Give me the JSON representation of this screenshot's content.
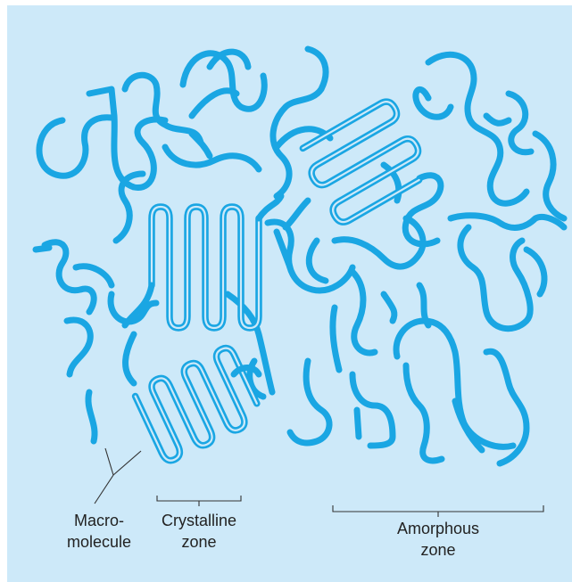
{
  "labels": {
    "macromolecule": "Macro-\nmolecule",
    "crystalline": "Crystalline\nzone",
    "amorphous": "Amorphous\nzone"
  },
  "colors": {
    "background": "#cde9f9",
    "chain": "#1aa6e3",
    "text": "#222222"
  }
}
